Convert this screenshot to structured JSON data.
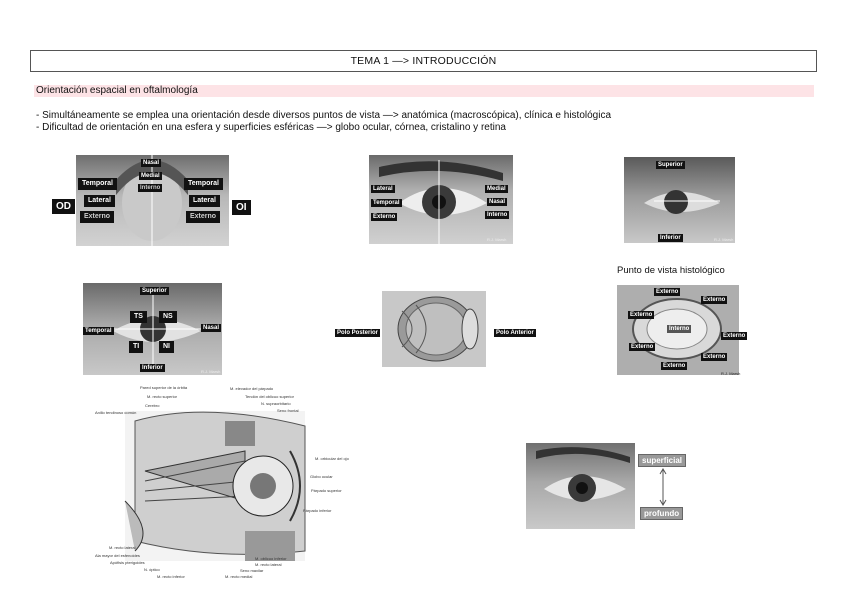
{
  "header": {
    "title": "TEMA 1 —> INTRODUCCIÓN"
  },
  "section": {
    "heading": "Orientación espacial en oftalmología"
  },
  "bullets": [
    "-  Simultáneamente se emplea una orientación desde diversos puntos de vista —> anatómica (macroscópica), clínica e histológica",
    "-  Dificultad de orientación en una esfera y superficies esféricas —> globo ocular, córnea, cristalino y retina"
  ],
  "fig_face": {
    "od": "OD",
    "oi": "OI",
    "nasal": "Nasal",
    "medial": "Medial",
    "interno": "Interno",
    "temporal": "Temporal",
    "lateral": "Lateral",
    "externo": "Externo"
  },
  "fig_eye1": {
    "lateral": "Lateral",
    "temporal": "Temporal",
    "externo": "Externo",
    "medial": "Medial",
    "nasal": "Nasal",
    "interno": "Interno",
    "credit": "R.J. Marsh"
  },
  "fig_eye2": {
    "superior": "Superior",
    "inferior": "Inferior",
    "credit": "R.J. Marsh"
  },
  "fig_quad": {
    "superior": "Superior",
    "inferior": "Inferior",
    "temporal": "Temporal",
    "nasal": "Nasal",
    "ts": "TS",
    "ns": "NS",
    "ti": "TI",
    "ni": "NI",
    "credit": "R.J. Marsh"
  },
  "fig_globe": {
    "posterior": "Polo Posterior",
    "anterior": "Polo Anterior"
  },
  "fig_histo": {
    "caption": "Punto de vista histológico",
    "externo": "Externo",
    "interno": "Interno",
    "credit": "R.J. Marsh"
  },
  "fig_anat": {
    "left": [
      "Pared superior de la órbita",
      "M. recto superior",
      "Cerebro",
      "Anillo tendinoso común",
      "M. recto lateral",
      "Ala mayor del esfenoides",
      "Apófisis pterigoides",
      "N. óptico",
      "M. recto inferior",
      "M. recto medial"
    ],
    "right": [
      "M. elevador del párpado",
      "Tendón del oblicuo superior",
      "N. supraorbitario",
      "Seno frontal",
      "M. orbicular del ojo",
      "Globo ocular",
      "Párpado superior",
      "Párpado inferior",
      "M. oblicuo inferior",
      "M. recto lateral",
      "Seno maxilar"
    ]
  },
  "fig_depth": {
    "superficial": "superficial",
    "profundo": "profundo"
  }
}
